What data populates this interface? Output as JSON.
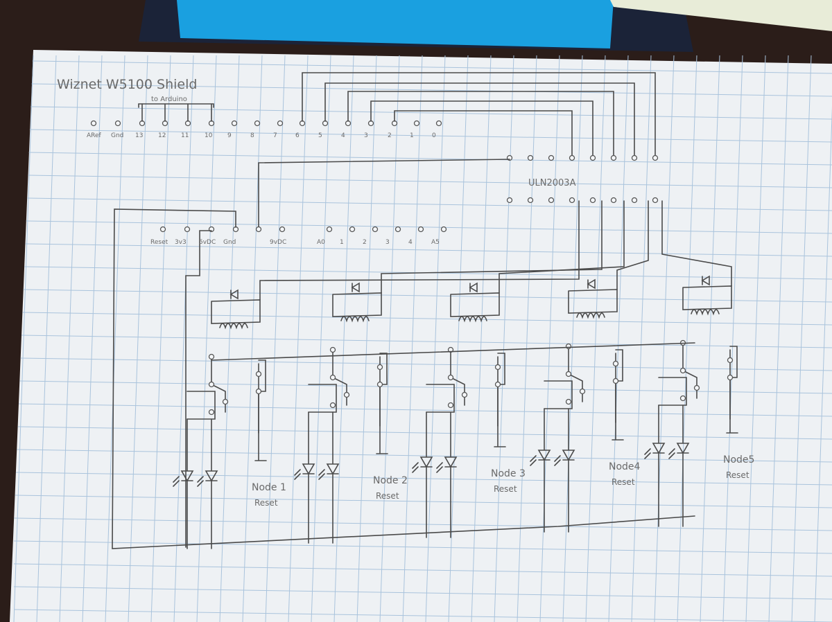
{
  "title": "Wiznet W5100 Shield",
  "subtitle": "to Arduino",
  "digital_pins": [
    "ARef",
    "Gnd",
    "13",
    "12",
    "11",
    "10",
    "9",
    "8",
    "7",
    "6",
    "5",
    "4",
    "3",
    "2",
    "1",
    "0"
  ],
  "power_pins": [
    "Reset",
    "3v3",
    "5vDC",
    "Gnd",
    "",
    "9vDC",
    "A0",
    "1",
    "2",
    "3",
    "4",
    "A5"
  ],
  "driver_label": "ULN2003A",
  "nodes": [
    {
      "name": "Node 1",
      "action": "Reset"
    },
    {
      "name": "Node 2",
      "action": "Reset"
    },
    {
      "name": "Node 3",
      "action": "Reset"
    },
    {
      "name": "Node4",
      "action": "Reset"
    },
    {
      "name": "Node5",
      "action": "Reset"
    }
  ],
  "colors": {
    "paper": "#eef1f4",
    "grid": "#a9c3dc",
    "ink": "#4a4a4a",
    "desk": "#2a1c18",
    "packet": "#1aa0e0"
  }
}
